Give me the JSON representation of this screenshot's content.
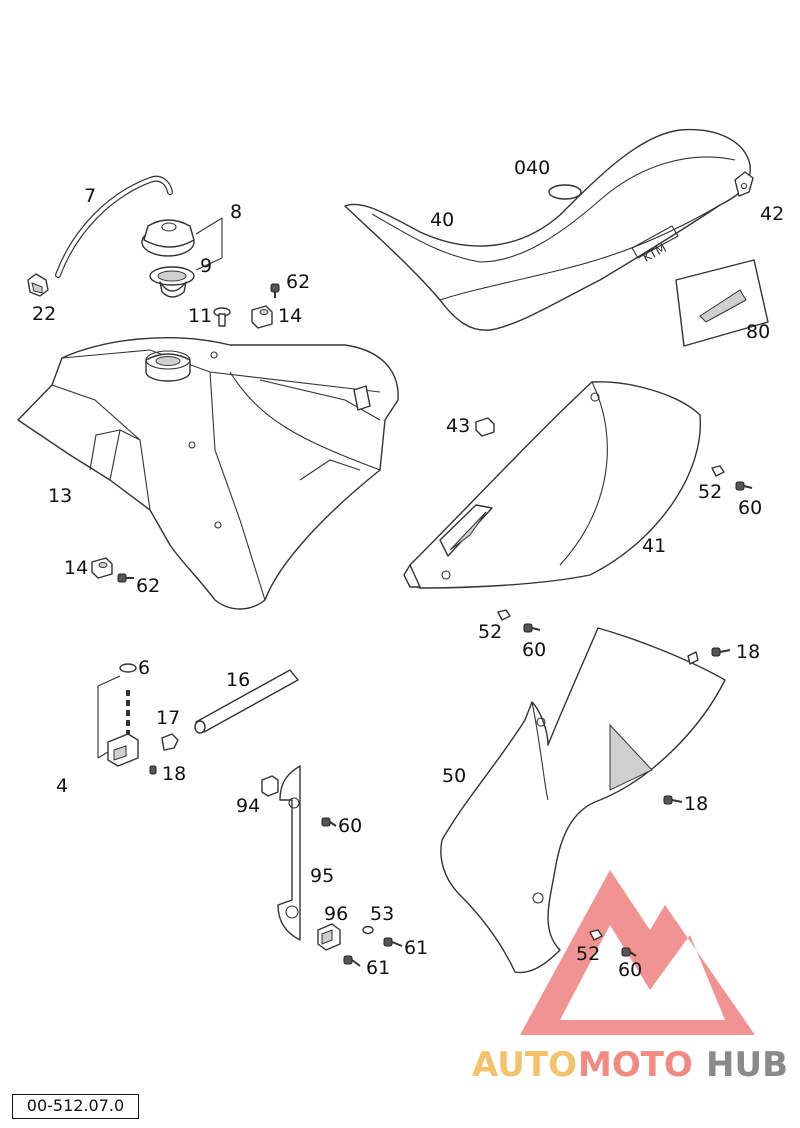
{
  "diagram_code": "00-512.07.0",
  "watermark": {
    "word_a": "AUTO",
    "word_b": "MOTO",
    "word_c": "HUB",
    "color_a": "#f3c26a",
    "color_b": "#f08a82",
    "color_c": "#8a8a8a",
    "triangle_color": "#f08080"
  },
  "labels": {
    "l7": "7",
    "l8": "8",
    "l9": "9",
    "l22": "22",
    "l62a": "62",
    "l11": "11",
    "l14a": "14",
    "l040": "040",
    "l40": "40",
    "l42": "42",
    "l80": "80",
    "l13": "13",
    "l14b": "14",
    "l62b": "62",
    "l43": "43",
    "l52a": "52",
    "l60a": "60",
    "l41": "41",
    "l52b": "52",
    "l60b": "60",
    "l6": "6",
    "l16": "16",
    "l17": "17",
    "l4": "4",
    "l18a": "18",
    "l18b": "18",
    "l50": "50",
    "l18c": "18",
    "l94": "94",
    "l60c": "60",
    "l95": "95",
    "l96": "96",
    "l53": "53",
    "l61a": "61",
    "l61b": "61",
    "l52c": "52",
    "l60d": "60"
  }
}
